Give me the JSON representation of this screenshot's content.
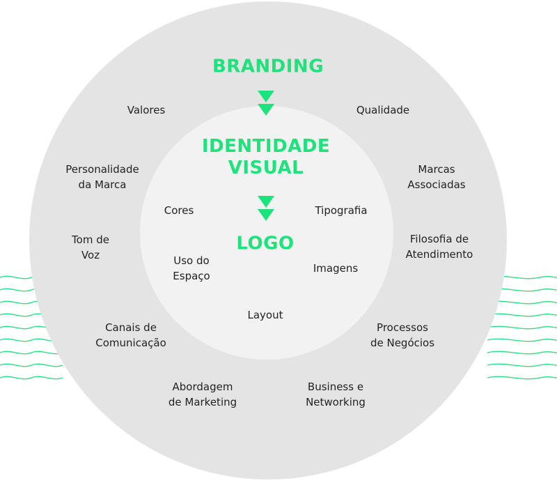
{
  "colors": {
    "accent": "#1EE27B",
    "outer_circle": "#E4E4E4",
    "inner_circle": "#F2F2F2",
    "text": "#222222"
  },
  "headings": {
    "branding": "BRANDING",
    "identidade_visual": [
      "IDENTIDADE",
      "VISUAL"
    ],
    "logo": "LOGO"
  },
  "branding_items": {
    "valores": "Valores",
    "qualidade": "Qualidade",
    "personalidade": [
      "Personalidade",
      "da Marca"
    ],
    "marcas_associadas": [
      "Marcas",
      "Associadas"
    ],
    "tom_de_voz": [
      "Tom de",
      "Voz"
    ],
    "filosofia": [
      "Filosofia de",
      "Atendimento"
    ],
    "canais": [
      "Canais de",
      "Comunicação"
    ],
    "processos": [
      "Processos",
      "de Negócios"
    ],
    "abordagem": [
      "Abordagem",
      "de Marketing"
    ],
    "business": [
      "Business e",
      "Networking"
    ]
  },
  "identity_items": {
    "cores": "Cores",
    "tipografia": "Tipografia",
    "uso_do_espaco": [
      "Uso do",
      "Espaço"
    ],
    "imagens": "Imagens",
    "layout": "Layout"
  },
  "icons": [
    "double-chevron-down-icon",
    "wave-lines-decoration"
  ]
}
